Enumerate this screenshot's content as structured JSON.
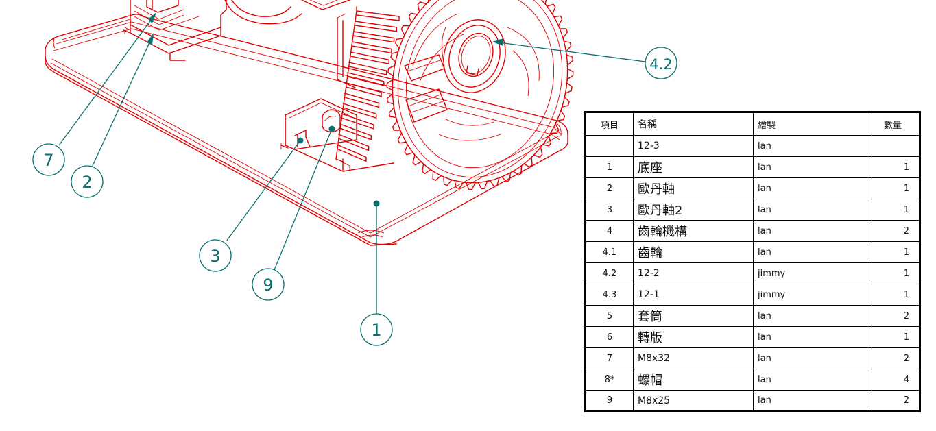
{
  "colors": {
    "part_lines": "#e00000",
    "balloons": "#0a6f6f",
    "table_border": "#000000"
  },
  "balloons": [
    {
      "id": "b-7",
      "label": "7"
    },
    {
      "id": "b-2",
      "label": "2"
    },
    {
      "id": "b-3",
      "label": "3"
    },
    {
      "id": "b-9",
      "label": "9"
    },
    {
      "id": "b-1",
      "label": "1"
    },
    {
      "id": "b-4-2",
      "label": "4.2"
    }
  ],
  "bom": {
    "headers": {
      "item": "項目",
      "name": "名稱",
      "author": "繪製",
      "qty": "數量"
    },
    "rows": [
      {
        "item": "",
        "name": "12-3",
        "author": "lan",
        "qty": ""
      },
      {
        "item": "1",
        "name": "底座",
        "author": "lan",
        "qty": "1"
      },
      {
        "item": "2",
        "name": "歐丹軸",
        "author": "lan",
        "qty": "1"
      },
      {
        "item": "3",
        "name": "歐丹軸2",
        "author": "lan",
        "qty": "1"
      },
      {
        "item": "4",
        "name": "齒輪機構",
        "author": "lan",
        "qty": "2"
      },
      {
        "item": "4.1",
        "name": "齒輪",
        "author": "lan",
        "qty": "1"
      },
      {
        "item": "4.2",
        "name": "12-2",
        "author": "jimmy",
        "qty": "1"
      },
      {
        "item": "4.3",
        "name": "12-1",
        "author": "jimmy",
        "qty": "1"
      },
      {
        "item": "5",
        "name": "套筒",
        "author": "lan",
        "qty": "2"
      },
      {
        "item": "6",
        "name": "轉版",
        "author": "lan",
        "qty": "1"
      },
      {
        "item": "7",
        "name": "M8x32",
        "author": "lan",
        "qty": "2"
      },
      {
        "item": "8*",
        "name": "螺帽",
        "author": "lan",
        "qty": "4"
      },
      {
        "item": "9",
        "name": "M8x25",
        "author": "lan",
        "qty": "2"
      }
    ]
  }
}
